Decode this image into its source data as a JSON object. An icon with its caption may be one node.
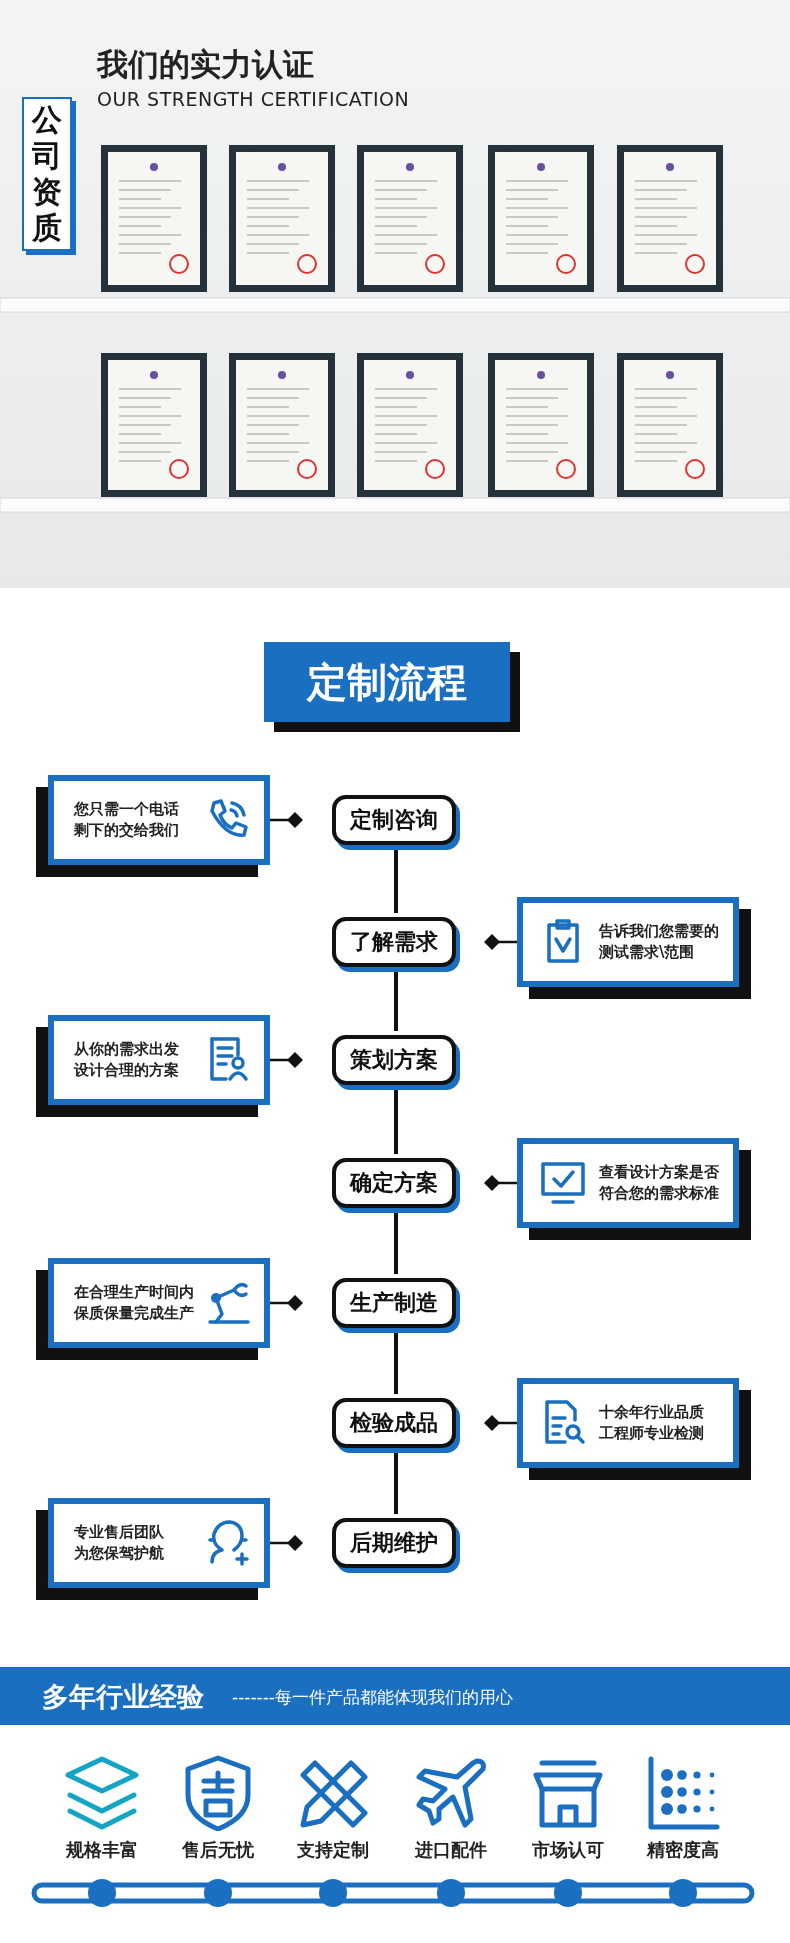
{
  "diagram": {
    "title": "我们的实力认证",
    "nodes": [
      {
        "text": [
          "公司资质"
        ]
      },
      {
        "text": [
          "定制流程"
        ]
      },
      {
        "text": [
          "定制咨询"
        ]
      },
      {
        "text": [
          "了解需求"
        ]
      },
      {
        "text": [
          "策划方案"
        ]
      },
      {
        "text": [
          "确定方案"
        ]
      },
      {
        "text": [
          "生产制造"
        ]
      },
      {
        "text": [
          "检验成品"
        ]
      },
      {
        "text": [
          "后期维护"
        ]
      },
      {
        "text": [
          "您只需一个电话剩下的交给我们"
        ]
      },
      {
        "text": [
          "告诉我们您需要的测试需求\\范围"
        ]
      },
      {
        "text": [
          "从你的需求出发设计合理的方案"
        ]
      },
      {
        "text": [
          "查看设计方案是否符合您的需求标准"
        ]
      },
      {
        "text": [
          "在合理生产时间内保质保量完成生产"
        ]
      },
      {
        "text": [
          "十余年行业品质工程师专业检测"
        ]
      },
      {
        "text": [
          "专业售后团队为您保驾护航"
        ]
      },
      {
        "text": [
          "多年行业经验",
          "-------每一件产品都能体现我们的用心"
        ]
      }
    ],
    "edges": [
      {
        "from": 2,
        "to": 3,
        "arrow": "none"
      },
      {
        "from": 3,
        "to": 4,
        "arrow": "none"
      },
      {
        "from": 4,
        "to": 5,
        "arrow": "none"
      },
      {
        "from": 5,
        "to": 6,
        "arrow": "none"
      },
      {
        "from": 6,
        "to": 7,
        "arrow": "none"
      },
      {
        "from": 7,
        "to": 8,
        "arrow": "none"
      },
      {
        "from": 9,
        "to": 2,
        "arrow": "other"
      },
      {
        "from": 10,
        "to": 3,
        "arrow": "other"
      },
      {
        "from": 11,
        "to": 4,
        "arrow": "other"
      },
      {
        "from": 12,
        "to": 5,
        "arrow": "other"
      },
      {
        "from": 13,
        "to": 6,
        "arrow": "other"
      },
      {
        "from": 14,
        "to": 7,
        "arrow": "other"
      },
      {
        "from": 15,
        "to": 8,
        "arrow": "other"
      }
    ],
    "labels": [
      "OUR STRENGTH CERTIFICATION",
      "规格丰富",
      "售后无忧",
      "支持定制",
      "进口配件",
      "市场认可",
      "精密度高"
    ]
  }
}
